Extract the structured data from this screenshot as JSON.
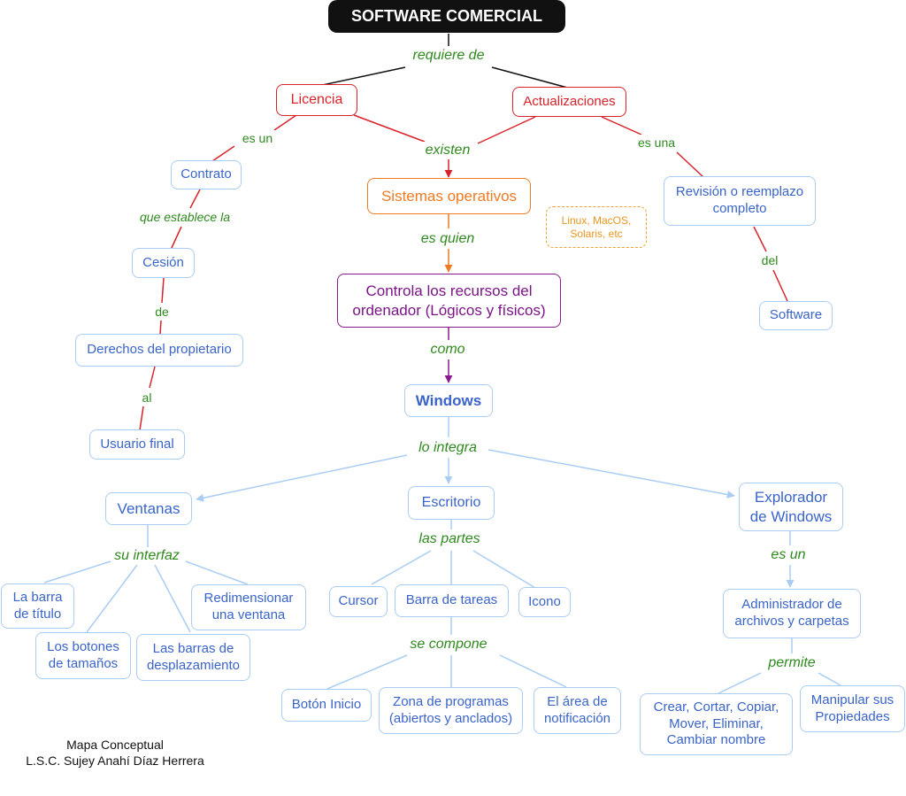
{
  "nodes": {
    "root": "SOFTWARE COMERCIAL",
    "licencia": "Licencia",
    "actualizaciones": "Actualizaciones",
    "contrato": "Contrato",
    "cesion": "Cesión",
    "derechos": "Derechos del propietario",
    "usuario": "Usuario final",
    "sistemas": "Sistemas operativos",
    "linux": "Linux, MacOS,\nSolaris, etc",
    "revision": "Revisión o reemplazo\ncompleto",
    "software": "Software",
    "controla": "Controla los recursos del\nordenador (Lógicos y físicos)",
    "windows": "Windows",
    "ventanas": "Ventanas",
    "escritorio": "Escritorio",
    "explorador": "Explorador\nde Windows",
    "barra_titulo": "La barra\nde título",
    "redimensionar": "Redimensionar\nuna ventana",
    "botones": "Los botones\nde tamaños",
    "barras_desp": "Las barras de\ndesplazamiento",
    "cursor": "Cursor",
    "barra_tareas": "Barra de tareas",
    "icono": "Icono",
    "boton_inicio": "Botón Inicio",
    "zona": "Zona de programas\n(abiertos y anclados)",
    "area": "El área de\nnotificación",
    "administrador": "Administrador de\narchivos y carpetas",
    "crear": "Crear, Cortar, Copiar,\nMover, Eliminar,\nCambiar nombre",
    "manipular": "Manipular sus\nPropiedades"
  },
  "links": {
    "requiere_de": "requiere de",
    "es_un_1": "es un",
    "que_establece": "que establece la",
    "de": "de",
    "al": "al",
    "existen": "existen",
    "es_una": "es una",
    "del": "del",
    "es_quien": "es quien",
    "como": "como",
    "lo_integra": "lo integra",
    "su_interfaz": "su interfaz",
    "las_partes": "las partes",
    "es_un_2": "es un",
    "se_compone": "se compone",
    "permite": "permite"
  },
  "credit": {
    "line1": "Mapa Conceptual",
    "line2": "L.S.C. Sujey Anahí Díaz Herrera"
  },
  "colors": {
    "black": "#111111",
    "red": "#d8232a",
    "orange": "#ef7a22",
    "purple": "#8a1a8a",
    "blue_line": "#a9cdf2",
    "label_green": "#2f8a1e"
  }
}
